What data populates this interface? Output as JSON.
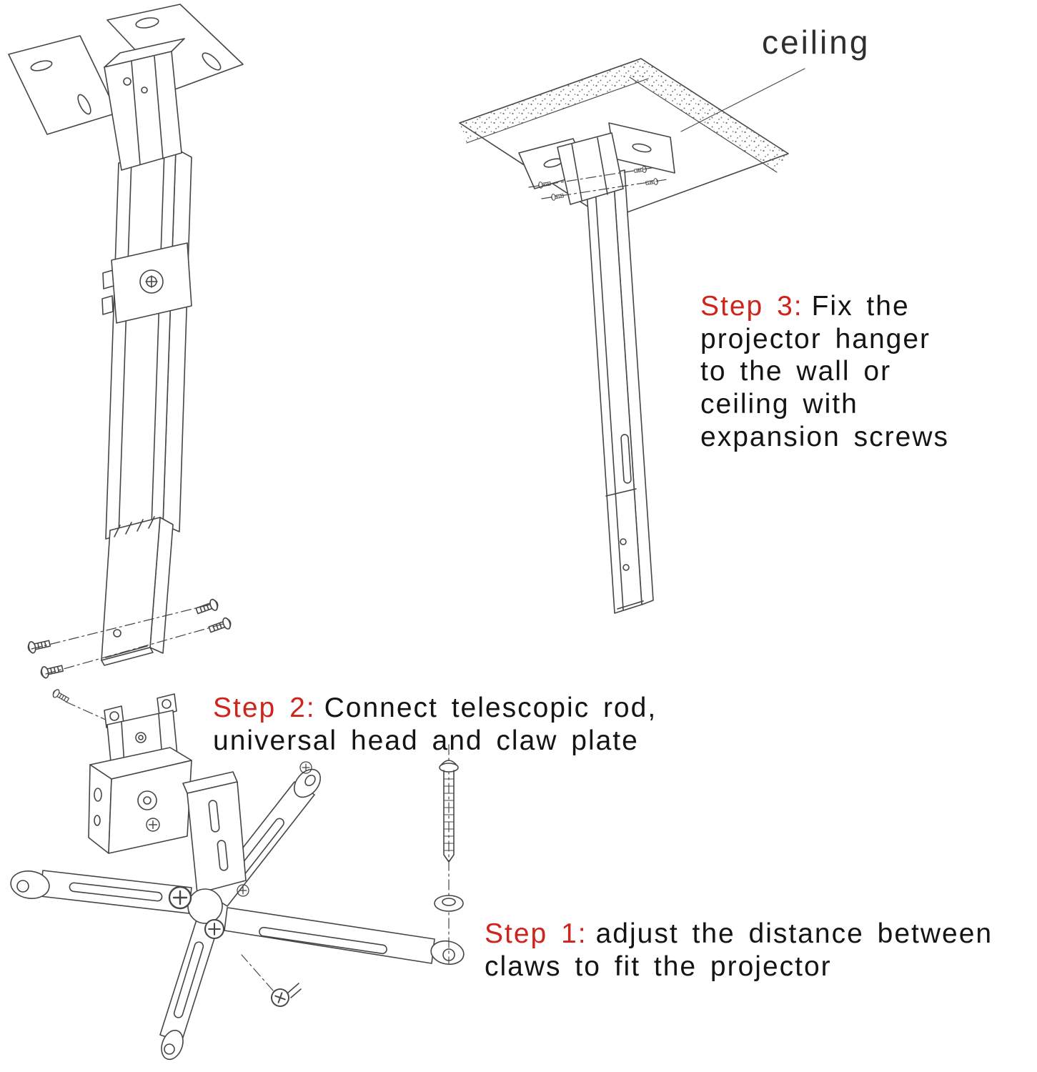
{
  "illustration": {
    "stroke_color": "#454545",
    "background": "#ffffff",
    "accent_red": "#cf241c"
  },
  "labels": {
    "ceiling": "ceiling",
    "step3": {
      "prefix": "Step 3:",
      "lines": [
        "Fix the",
        "projector hanger",
        "to the wall or",
        "ceiling with",
        "expansion screws"
      ]
    },
    "step2": {
      "prefix": "Step 2:",
      "lines": [
        "Connect telescopic rod,",
        "universal head and claw plate"
      ]
    },
    "step1": {
      "prefix": "Step 1:",
      "lines": [
        "adjust the distance between",
        "claws to fit the projector"
      ]
    }
  }
}
